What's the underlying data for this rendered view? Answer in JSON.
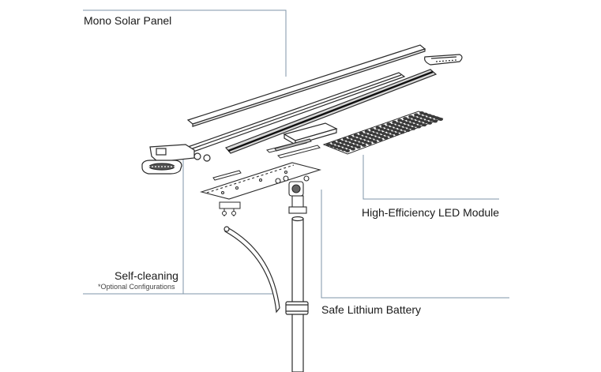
{
  "labels": {
    "solar_panel": "Mono Solar Panel",
    "led_module": "High-Efficiency LED Module",
    "self_cleaning": "Self-cleaning",
    "optional_note": "*Optional Configurations",
    "battery": "Safe Lithium Battery"
  },
  "colors": {
    "line_art": "#2b2b2b",
    "leader": "#7f95a8",
    "led_fill": "#3a3a3a"
  }
}
